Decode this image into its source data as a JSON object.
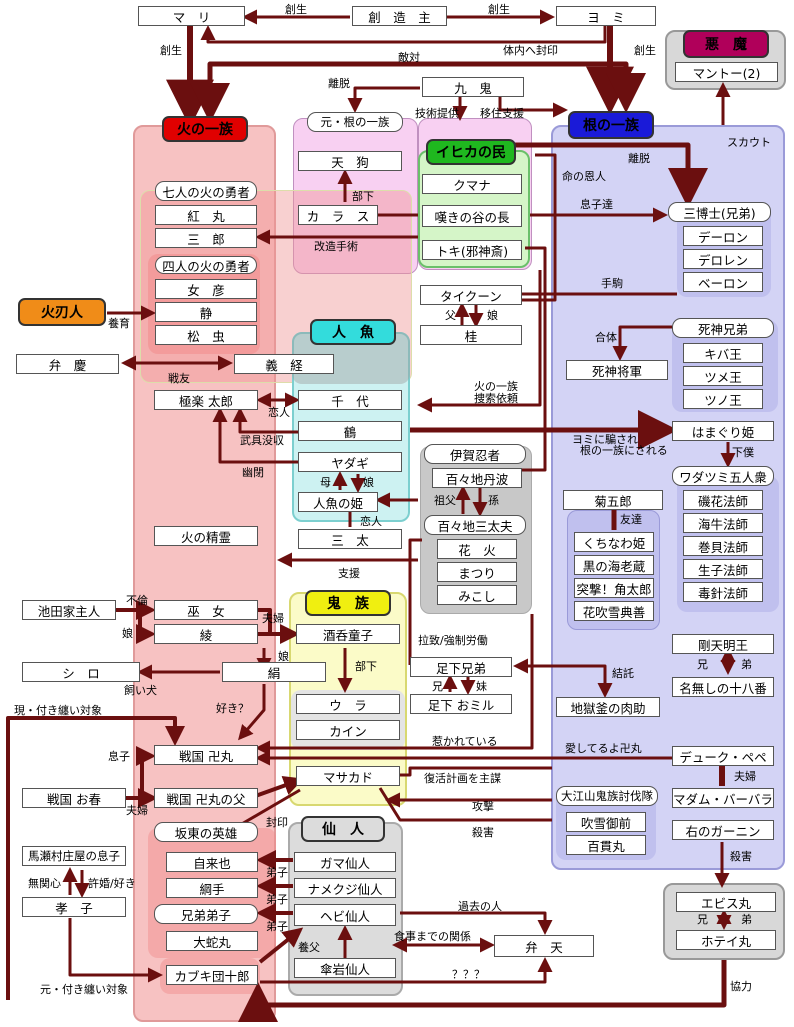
{
  "colors": {
    "arrow": "#6b0f0f",
    "fire_region": "#f7c2c2",
    "root_region": "#d3d3f5",
    "moto_region": "#f8d0f2",
    "ihika_region": "#d5f5c8",
    "mermaid_region": "#cdf2f2",
    "oni_region": "#fbfbc8",
    "sennin_region": "#dcdcdc",
    "group_gray": "#c8c8c8",
    "fire_header": "#e00000",
    "root_header": "#1a1ad8",
    "ihika_header": "#1fb81f",
    "mermaid_header": "#33dcdc",
    "oni_header": "#f0ef10",
    "demon_header": "#b0005a",
    "hibajin": "#f08c18"
  },
  "headers": {
    "fire": "火の一族",
    "root": "根の一族",
    "ihika": "イヒカの民",
    "mermaid": "人　魚",
    "oni": "鬼　族",
    "sennin": "仙　人",
    "demon": "悪　魔",
    "moto": "元・根の一族",
    "hibajin": "火刃人"
  },
  "nodes": {
    "mari": "マ　リ",
    "sozoshu": "創　造　主",
    "yomi": "ヨ　ミ",
    "kuki": "九　鬼",
    "manto": "マントー(2)",
    "tengu": "天　狗",
    "karasu": "カ　ラ　ス",
    "kumana": "クマナ",
    "nageki": "嘆きの谷の長",
    "toki": "トキ(邪神斎)",
    "sanhakase": "三博士(兄弟)",
    "deron": "デーロン",
    "deroren": "デロレン",
    "beron": "ベーロン",
    "nanahi": "七人の火の勇者",
    "benimaru": "紅　丸",
    "saburo": "三　郎",
    "yonhi": "四人の火の勇者",
    "nyohiko": "女　彦",
    "shizuka": "静",
    "matsumushi": "松　虫",
    "benkei": "弁　慶",
    "yoshitsune": "義　経",
    "taikun": "タイクーン",
    "katsura": "桂",
    "shinigami_kyodai": "死神兄弟",
    "shinigami_shogun": "死神将軍",
    "kiba": "キバ王",
    "tsume": "ツメ王",
    "tsuno": "ツノ王",
    "gokuraku": "極楽 太郎",
    "chiyo": "千　代",
    "tsuru": "鶴",
    "yadagi": "ヤダギ",
    "ningyo_hime": "人魚の姫",
    "sanda": "三　太",
    "iga": "伊賀忍者",
    "momochi_tanba": "百々地丹波",
    "momochi_sandayu": "百々地三太夫",
    "hanabi": "花　火",
    "matsuri": "まつり",
    "mikoshi": "みこし",
    "kikusaburo": "菊五郎",
    "kuchinawa": "くちなわ姫",
    "kuro_ebi": "黒の海老蔵",
    "kakutaro": "突撃！角太郎",
    "hanafubuki": "花吹雪典善",
    "hamaguri": "はまぐり姫",
    "watatsumi": "ワダツミ五人衆",
    "isofue": "磯花法師",
    "kaigyu": "海牛法師",
    "makigai": "巻貝法師",
    "namako": "生子法師",
    "dokubari": "毒針法師",
    "hi_no_seirei": "火の精霊",
    "ikeda": "池田家主人",
    "miko": "巫　女",
    "aya": "綾",
    "shuten": "酒呑童子",
    "shiro": "シ　ロ",
    "kinu": "絹",
    "ura": "ウ　ラ",
    "kain": "カイン",
    "ashita_kyodai": "足下兄弟",
    "ashita_omiru": "足下 おミル",
    "jigokugama": "地獄釜の肉助",
    "goten": "剛天明王",
    "nanashi": "名無しの十八番",
    "sengoku_manji": "戦国 卍丸",
    "duke": "デューク・ペペ",
    "sengoku_oharu": "戦国 お春",
    "manji_chichi": "戦国 卍丸の父",
    "masakado": "マサカド",
    "madam": "マダム・バーバラ",
    "oeyama": "大江山鬼族討伐隊",
    "fubuki": "吹雪御前",
    "momoe": "百貫丸",
    "bando": "坂東の英雄",
    "jiraiya": "自来也",
    "tsunade": "綱手",
    "kyodai_deshi": "兄弟弟子",
    "orochimaru": "大蛇丸",
    "gama": "ガマ仙人",
    "namekuji": "ナメクジ仙人",
    "hebi": "ヘビ仙人",
    "sangan": "傘岩仙人",
    "kabuki": "カブキ団十郎",
    "benten": "弁　天",
    "umaseki": "馬瀬村庄屋の息子",
    "takako": "孝　子",
    "migi_ganin": "右のガーニン",
    "ebisu": "エビス丸",
    "hotei": "ホテイ丸"
  },
  "labels": {
    "sosei1": "創生",
    "sosei2": "創生",
    "sosei3": "創生",
    "sosei4": "創生",
    "tainai": "体内へ封印",
    "tekitai": "敵対",
    "ridatsu1": "離脱",
    "ridatsu2": "離脱",
    "gijutsu": "技術提供",
    "ijyu": "移住支援",
    "scout": "スカウト",
    "inochi": "命の恩人",
    "musukotachi": "息子達",
    "buka1": "部下",
    "buka2": "部下",
    "kaizo": "改造手術",
    "tegoma": "手駒",
    "yoiku": "養育",
    "chichi": "父",
    "musume1": "娘",
    "musume2": "娘",
    "musume3": "娘",
    "gattai": "合体",
    "senyu": "戦友",
    "koibito1": "恋人",
    "koibito2": "恋人",
    "bugu": "武具没収",
    "yuhei": "幽閉",
    "hi_sousaku1": "火の一族",
    "hi_sousaku2": "捜索依頼",
    "yomi_damasare1": "ヨミに騙され",
    "yomi_damasare2": "根の一族にされる",
    "geboku": "下僕",
    "haha": "母",
    "sofu": "祖父",
    "mago": "孫",
    "tomodachi": "友達",
    "shien": "支援",
    "furin": "不倫",
    "fufu1": "夫婦",
    "fufu2": "夫婦",
    "fufu3": "夫婦",
    "rachi": "拉致/強制労働",
    "kaiinu": "飼い犬",
    "ani1": "兄",
    "ani2": "兄",
    "ani3": "兄",
    "imouto": "妹",
    "otouto1": "弟",
    "otouto2": "弟",
    "kettaku": "結託",
    "sukiq": "好き？",
    "genkitai": "現・付き纏い対象",
    "hikarete": "惹かれている",
    "aishiteru": "愛してるよ卍丸",
    "musuko": "息子",
    "fukkatsu": "復活計画を主謀",
    "kougeki": "攻撃",
    "satsugai1": "殺害",
    "satsugai2": "殺害",
    "fuuin": "封印",
    "deshi1": "弟子",
    "deshi2": "弟子",
    "deshi3": "弟子",
    "mukanshin": "無関心",
    "kyoin": "許婚/好き",
    "kako": "過去の人",
    "shokuji": "食事までの関係",
    "yofu": "養父",
    "hatena": "？？？",
    "motokitai": "元・付き纏い対象",
    "kyoryoku": "協力"
  }
}
